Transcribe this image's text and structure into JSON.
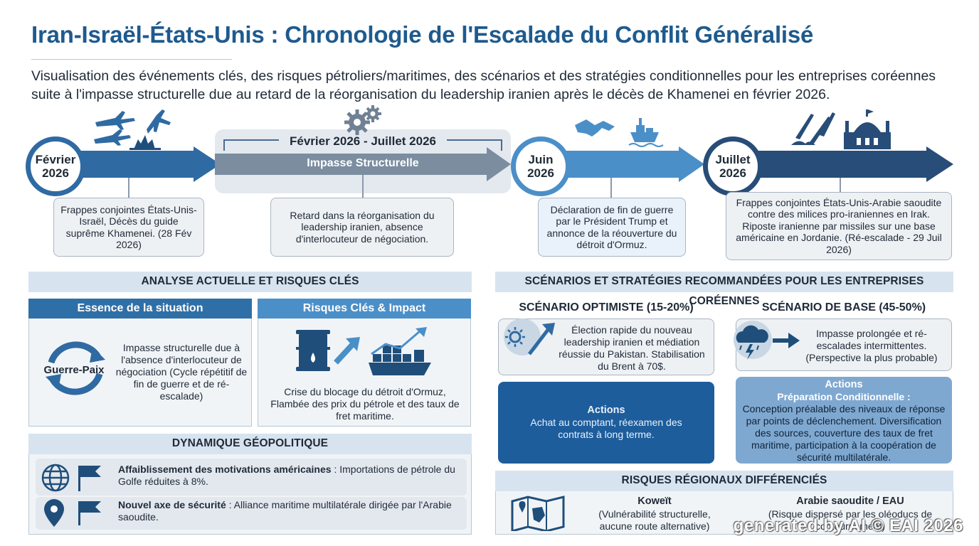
{
  "header": {
    "title": "Iran-Israël-États-Unis : Chronologie de l'Escalade du Conflit Généralisé",
    "subtitle": "Visualisation des événements clés, des risques pétroliers/maritimes, des scénarios et des stratégies conditionnelles pour les entreprises coréennes suite à l'impasse structurelle due au retard de la réorganisation du leadership iranien après le décès de Khamenei en février 2026."
  },
  "timeline": {
    "events": [
      {
        "date": "Février 2026",
        "text": "Frappes conjointes États-Unis-Israël, Décès du guide suprême Khamenei. (28 Fév 2026)",
        "icon": "fighter-jets-icon"
      },
      {
        "date": "Février 2026 - Juillet 2026",
        "label": "Impasse Structurelle",
        "text": "Retard dans la réorganisation du leadership iranien, absence d'interlocuteur de négociation.",
        "icon": "gears-icon"
      },
      {
        "date": "Juin 2026",
        "text": "Déclaration de fin de guerre par le Président Trump et annonce de la réouverture du détroit d'Ormuz.",
        "icon": "handshake-ship-icon"
      },
      {
        "date": "Juillet 2026",
        "text": "Frappes conjointes États-Unis-Arabie saoudite contre des milices pro-iraniennes en Irak. Riposte iranienne par missiles sur une base américaine en Jordanie. (Ré-escalade - 29 Juil 2026)",
        "icon": "missiles-mosque-icon"
      }
    ],
    "colors": {
      "seg1": "#2f6aa3",
      "seg2": "#7b8d9f",
      "seg3": "#4b8fc9",
      "seg4": "#274d78"
    }
  },
  "analysis": {
    "header": "ANALYSE ACTUELLE ET RISQUES CLÉS",
    "essence": {
      "title": "Essence de la situation",
      "icon_label": "Guerre-Paix",
      "text": "Impasse structurelle due à l'absence d'interlocuteur de négociation (Cycle répétitif de fin de guerre et de ré-escalade)"
    },
    "risks": {
      "title": "Risques Clés & Impact",
      "text": "Crise du blocage du détroit d'Ormuz, Flambée des prix du pétrole et des taux de fret maritime."
    }
  },
  "geopolitics": {
    "header": "DYNAMIQUE GÉOPOLITIQUE",
    "items": [
      {
        "bold": "Affaiblissement des motivations américaines",
        "text": " : Importations de pétrole du Golfe réduites à 8%."
      },
      {
        "bold": "Nouvel axe de sécurité",
        "text": " : Alliance maritime multilatérale dirigée par l'Arabie saoudite."
      }
    ]
  },
  "scenarios": {
    "header": "SCÉNARIOS ET STRATÉGIES RECOMMANDÉES POUR LES ENTREPRISES CORÉENNES",
    "optimistic": {
      "title": "SCÉNARIO OPTIMISTE (15-20%)",
      "text": "Élection rapide du nouveau leadership iranien et médiation réussie du Pakistan. Stabilisation du Brent à 70$.",
      "actions_title": "Actions",
      "actions_text": "Achat au comptant, réexamen des contrats à long terme."
    },
    "base": {
      "title": "SCÉNARIO DE BASE (45-50%)",
      "text": "Impasse prolongée et ré-escalades intermittentes. (Perspective la plus probable)",
      "actions_title": "Actions",
      "actions_subtitle": "Préparation Conditionnelle :",
      "actions_text": "Conception préalable des niveaux de réponse par points de déclenchement. Diversification des sources, couverture des taux de fret maritime, participation à la coopération de sécurité multilatérale."
    }
  },
  "regional": {
    "header": "RISQUES RÉGIONAUX DIFFÉRENCIÉS",
    "items": [
      {
        "name": "Koweït",
        "text": "(Vulnérabilité structurelle, aucune route alternative)"
      },
      {
        "name": "Arabie saoudite / EAU",
        "text": "(Risque dispersé par les oléoducs de contournement)"
      }
    ]
  },
  "watermark": "generated by AI © EAI 2026"
}
